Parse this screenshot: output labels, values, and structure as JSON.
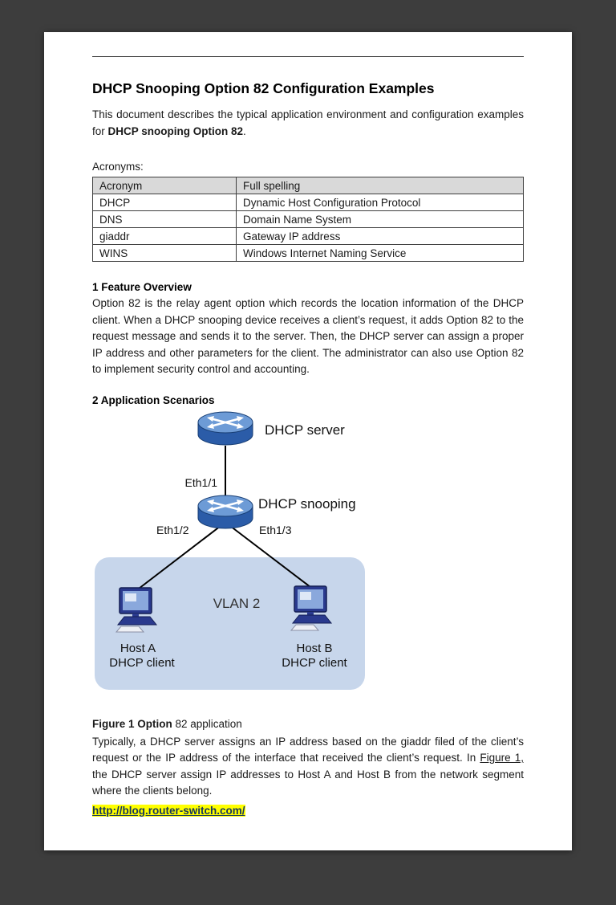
{
  "page": {
    "title": "DHCP Snooping Option 82 Configuration Examples",
    "intro": {
      "pre": "This document describes the typical application environment and configuration examples for ",
      "bold": "DHCP snooping Option 82",
      "post": "."
    },
    "acronyms_label": "Acronyms:",
    "table": {
      "headers": [
        "Acronym",
        "Full spelling"
      ],
      "rows": [
        [
          "DHCP",
          "Dynamic Host Configuration Protocol"
        ],
        [
          "DNS",
          "Domain Name System"
        ],
        [
          "giaddr",
          "Gateway IP address"
        ],
        [
          "WINS",
          "Windows Internet Naming Service"
        ]
      ]
    },
    "section1": {
      "heading": "1 Feature Overview",
      "body": "Option 82 is the relay agent option which records the location information of the DHCP client. When a DHCP snooping device receives a client’s request, it adds Option 82 to the request message and sends it to the server. Then, the DHCP server can assign a proper IP address and other parameters for the client. The administrator can also use Option 82 to implement security control and accounting."
    },
    "section2": {
      "heading": "2 Application Scenarios"
    },
    "diagram": {
      "dhcp_server_label": "DHCP server",
      "dhcp_snooping_label": "DHCP snooping",
      "eth1_1": "Eth1/1",
      "eth1_2": "Eth1/2",
      "eth1_3": "Eth1/3",
      "vlan_label": "VLAN 2",
      "host_a": "Host A",
      "host_a_sub": "DHCP client",
      "host_b": "Host B",
      "host_b_sub": "DHCP client"
    },
    "figure_caption": {
      "bold": "Figure 1 Option",
      "rest": " 82 application"
    },
    "closing": {
      "pre": "Typically, a DHCP server assigns an IP address based on the giaddr filed of the client’s request or the IP address of the interface that received the client’s request. In ",
      "link": "Figure 1,",
      "post": " the DHCP server assign IP addresses to Host A and Host B from the network segment where the clients belong."
    },
    "footer_link": "http://blog.router-switch.com/"
  },
  "colors": {
    "page_background": "#3d3d3d",
    "paper": "#ffffff",
    "table_header_bg": "#d9d9d9",
    "vlan_box": "#c7d6eb",
    "switch_top": "#6d9bd6",
    "switch_body": "#2b5ca8",
    "host_body": "#2a3a8e",
    "highlight": "#ffff00",
    "link_color": "#17365d"
  }
}
